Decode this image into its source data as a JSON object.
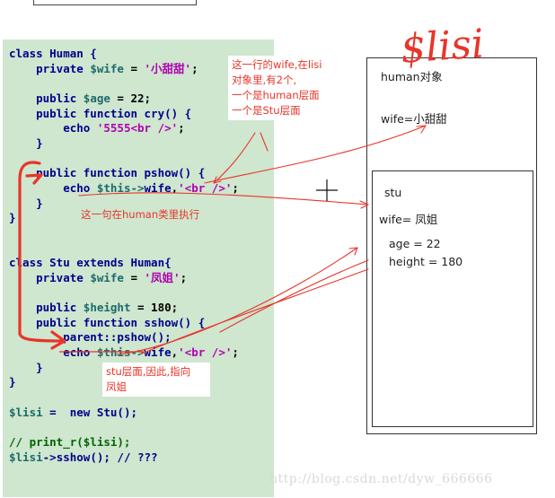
{
  "code": {
    "lines": [
      [
        {
          "t": "class Human {",
          "c": "kw"
        }
      ],
      [
        {
          "t": "    private ",
          "c": "kw"
        },
        {
          "t": "$wife",
          "c": "var"
        },
        {
          "t": " = ",
          "c": "plain"
        },
        {
          "t": "'小甜甜'",
          "c": "str"
        },
        {
          "t": ";",
          "c": "plain"
        }
      ],
      [],
      [
        {
          "t": "    public ",
          "c": "kw"
        },
        {
          "t": "$age",
          "c": "var"
        },
        {
          "t": " = 22;",
          "c": "plain"
        }
      ],
      [
        {
          "t": "    public function cry() {",
          "c": "kw"
        }
      ],
      [
        {
          "t": "        echo ",
          "c": "kw"
        },
        {
          "t": "'5555<br />'",
          "c": "str"
        },
        {
          "t": ";",
          "c": "plain"
        }
      ],
      [
        {
          "t": "    }",
          "c": "kw"
        }
      ],
      [],
      [
        {
          "t": "    public function pshow() {",
          "c": "kw"
        }
      ],
      [
        {
          "t": "        echo ",
          "c": "kw"
        },
        {
          "t": "$this->",
          "c": "var"
        },
        {
          "t": "wife",
          "c": "kw"
        },
        {
          "t": ",",
          "c": "plain"
        },
        {
          "t": "'<br />'",
          "c": "str"
        },
        {
          "t": ";",
          "c": "plain"
        }
      ],
      [
        {
          "t": "    }",
          "c": "kw"
        }
      ],
      [
        {
          "t": "}",
          "c": "kw"
        }
      ],
      [],
      [],
      [
        {
          "t": "class Stu extends Human{",
          "c": "kw"
        }
      ],
      [
        {
          "t": "    private ",
          "c": "kw"
        },
        {
          "t": "$wife",
          "c": "var"
        },
        {
          "t": " = ",
          "c": "plain"
        },
        {
          "t": "'凤姐'",
          "c": "str"
        },
        {
          "t": ";",
          "c": "plain"
        }
      ],
      [],
      [
        {
          "t": "    public ",
          "c": "kw"
        },
        {
          "t": "$height",
          "c": "var"
        },
        {
          "t": " = 180;",
          "c": "plain"
        }
      ],
      [
        {
          "t": "    public function sshow() {",
          "c": "kw"
        }
      ],
      [
        {
          "t": "        parent::pshow();",
          "c": "kw"
        }
      ],
      [
        {
          "t": "        echo ",
          "c": "kw"
        },
        {
          "t": "$this->",
          "c": "var"
        },
        {
          "t": "wife",
          "c": "kw"
        },
        {
          "t": ",",
          "c": "plain"
        },
        {
          "t": "'<br />'",
          "c": "str"
        },
        {
          "t": ";",
          "c": "plain"
        }
      ],
      [
        {
          "t": "    }",
          "c": "kw"
        }
      ],
      [
        {
          "t": "}",
          "c": "kw"
        }
      ],
      [],
      [
        {
          "t": "$lisi",
          "c": "var"
        },
        {
          "t": " =  new Stu();",
          "c": "kw"
        }
      ],
      [],
      [
        {
          "t": "// print_r($lisi);",
          "c": "cm"
        }
      ],
      [
        {
          "t": "$lisi",
          "c": "var"
        },
        {
          "t": "->sshow(); // ???",
          "c": "kw"
        }
      ]
    ]
  },
  "notes": {
    "wife_two": [
      "这一行的wife,在lisi",
      "对象里,有2个,",
      "一个是human层面",
      "一个是Stu层面"
    ],
    "exec_in_human": "这一句在human类里执行",
    "stu_level": [
      "stu层面,因此,指向",
      "凤姐"
    ]
  },
  "object_box": {
    "title": "human对象",
    "human_wife": "wife=小甜甜",
    "stu_title": "stu",
    "stu_wife": "wife= 凤姐",
    "age": "age = 22",
    "height": "height = 180"
  },
  "handwriting": "$lisi",
  "watermark": "http://blog.csdn.net/dyw_666666",
  "colors": {
    "annotation": "#e8352a",
    "code_bg": "#cfe6cf"
  }
}
